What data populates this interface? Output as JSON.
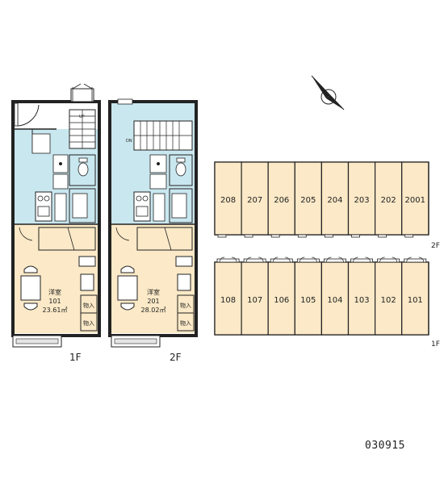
{
  "plan_1f": {
    "room_label": "洋室",
    "room_number": "101",
    "area": "23.61㎡",
    "storage_1": "物入",
    "storage_2": "物入",
    "stair_up": "UP",
    "floor_label": "1F"
  },
  "plan_2f": {
    "room_label": "洋室",
    "room_number": "201",
    "area": "28.02㎡",
    "storage_1": "物入",
    "storage_2": "物入",
    "stair_down": "DN",
    "floor_label": "2F"
  },
  "building": {
    "floor2_units": [
      "208",
      "207",
      "206",
      "205",
      "204",
      "203",
      "202",
      "2001"
    ],
    "floor1_units": [
      "108",
      "107",
      "106",
      "105",
      "104",
      "103",
      "102",
      "101"
    ],
    "floor2_label": "2F",
    "floor1_label": "1F"
  },
  "compass": {
    "icon": "north-arrow-icon"
  },
  "property_code": "030915",
  "colors": {
    "wet_area": "#c9e7ef",
    "living": "#fbe9c7",
    "wall": "#222222"
  }
}
